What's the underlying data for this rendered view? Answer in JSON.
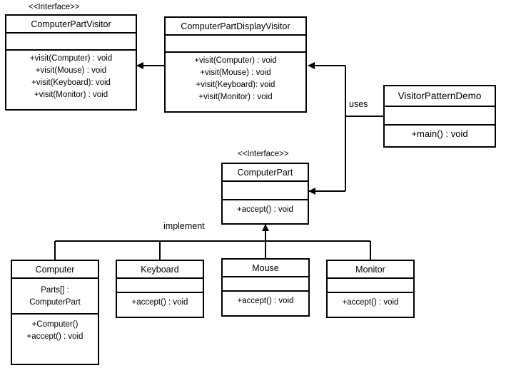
{
  "stereotypes": {
    "visitor": "<<Interface>>",
    "part": "<<Interface>>"
  },
  "labels": {
    "uses": "uses",
    "implement": "implement"
  },
  "classes": {
    "computer_part_visitor": {
      "name": "ComputerPartVisitor",
      "operations": [
        "+visit(Computer)  : void",
        "+visit(Mouse)  : void",
        "+visit(Keyboard):  void",
        "+visit(Monitor)  : void"
      ]
    },
    "computer_part_display_visitor": {
      "name": "ComputerPartDisplayVisitor",
      "operations": [
        "+visit(Computer)  : void",
        "+visit(Mouse)  : void",
        "+visit(Keyboard):  void",
        "+visit(Monitor)  : void"
      ]
    },
    "visitor_pattern_demo": {
      "name": "VisitorPatternDemo",
      "operations": [
        "+main() : void"
      ]
    },
    "computer_part": {
      "name": "ComputerPart",
      "operations": [
        "+accept() : void"
      ]
    },
    "computer": {
      "name": "Computer",
      "attributes": [
        "Parts[]  :",
        "ComputerPart"
      ],
      "operations": [
        "+Computer()",
        "+accept() : void"
      ]
    },
    "keyboard": {
      "name": "Keyboard",
      "operations": [
        "+accept() : void"
      ]
    },
    "mouse": {
      "name": "Mouse",
      "operations": [
        "+accept() : void"
      ]
    },
    "monitor": {
      "name": "Monitor",
      "operations": [
        "+accept() : void"
      ]
    }
  }
}
